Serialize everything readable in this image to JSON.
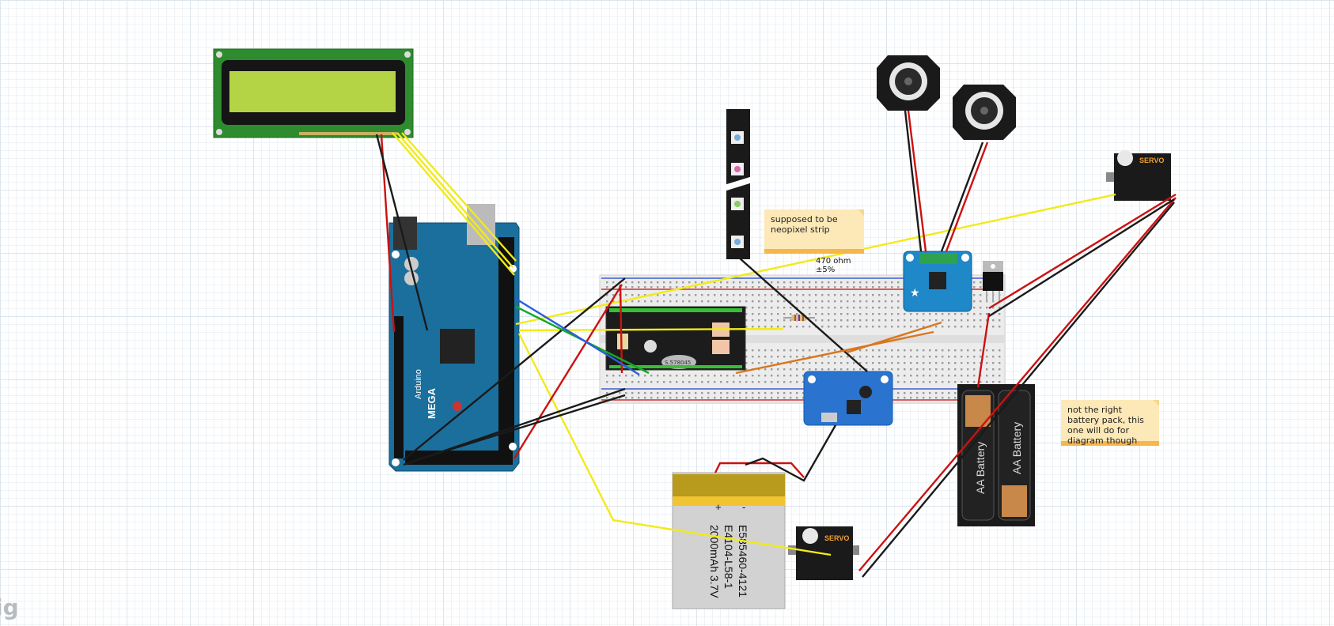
{
  "notes": {
    "neopixel": "supposed to be neopixel strip",
    "battery": "not the right battery pack, this one will do for diagram though"
  },
  "labels": {
    "resistor_value": "470 ohm",
    "resistor_tolerance": "±5%",
    "lipo_line1": "E585460-4121",
    "lipo_line2": "E4104-L58-1",
    "lipo_line3": "2000mAh 3.7V",
    "lipo_plus": "+",
    "lipo_minus": "-",
    "aa_battery": "AA Battery",
    "servo": "SERVO",
    "arduino_brand": "Arduino",
    "arduino_model": "MEGA",
    "crystal": "S.578045",
    "logo": "ig"
  },
  "colors": {
    "wire_red": "#cc1111",
    "wire_black": "#1a1a1a",
    "wire_yellow": "#f2ea1a",
    "wire_green": "#18a828",
    "wire_blue": "#2a5fd8",
    "wire_orange": "#d8761e",
    "arduino_blue": "#1b6f9c",
    "lcd_green": "#2e8b2e",
    "lcd_screen": "#b5d445",
    "breadboard": "#ececec",
    "note_bg": "#fde9b8"
  }
}
